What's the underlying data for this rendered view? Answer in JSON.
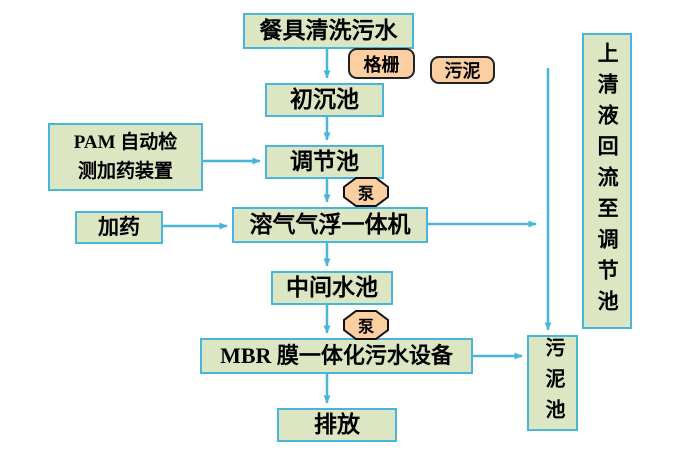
{
  "diagram": {
    "type": "flowchart",
    "background": "#ffffff",
    "colors": {
      "node_fill": "#dce6c3",
      "node_border": "#4ab5da",
      "tag_fill": "#fbcfa2",
      "tag_border": "#222222",
      "arrow": "#4ab5da",
      "text": "#000000"
    },
    "nodes": {
      "source": {
        "label": "餐具清洗污水"
      },
      "primary_tank": {
        "label": "初沉池"
      },
      "regulating_tank": {
        "label": "调节池"
      },
      "daf_unit": {
        "label": "溶气气浮一体机"
      },
      "intermediate_tank": {
        "label": "中间水池"
      },
      "mbr_unit": {
        "label": "MBR 膜一体化污水设备"
      },
      "discharge": {
        "label": "排放"
      },
      "pam_device": {
        "line1": "PAM 自动检",
        "line2": "测加药装置"
      },
      "dosing": {
        "label": "加药"
      },
      "sludge_tank": {
        "label": "污泥池"
      },
      "supernatant_return": {
        "label": "上清液回流至调节池"
      }
    },
    "tags": {
      "grid": {
        "label": "格栅"
      },
      "sludge": {
        "label": "污泥"
      },
      "pump_1": {
        "label": "泵"
      },
      "pump_2": {
        "label": "泵"
      }
    }
  }
}
